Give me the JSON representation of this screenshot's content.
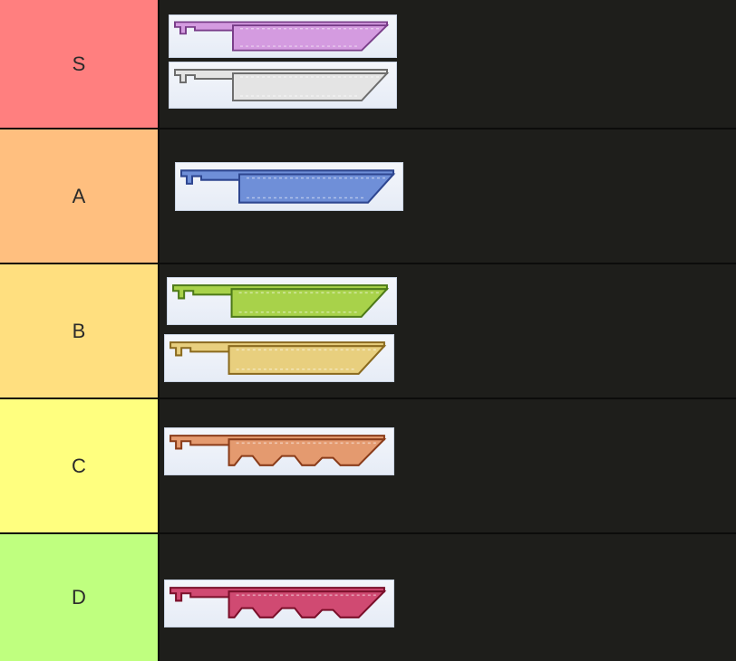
{
  "tiers": [
    {
      "label": "S",
      "color": "#ff7f7f",
      "items": [
        {
          "icon": "purple-blade-icon",
          "fill": "#d49be0",
          "stroke": "#7a3f8a",
          "teeth": false
        },
        {
          "icon": "white-blade-icon",
          "fill": "#e4e4e4",
          "stroke": "#6e6e6e",
          "teeth": false
        }
      ]
    },
    {
      "label": "A",
      "color": "#ffbf7f",
      "items": [
        {
          "icon": "blue-blade-icon",
          "fill": "#6f8fd8",
          "stroke": "#2e4690",
          "teeth": false
        }
      ]
    },
    {
      "label": "B",
      "color": "#ffdf7f",
      "items": [
        {
          "icon": "green-blade-icon",
          "fill": "#a8d24a",
          "stroke": "#4d7a18",
          "teeth": false
        },
        {
          "icon": "gold-blade-icon",
          "fill": "#e8cf7e",
          "stroke": "#8a6a1e",
          "teeth": false
        }
      ]
    },
    {
      "label": "C",
      "color": "#ffff7f",
      "items": [
        {
          "icon": "copper-blade-icon",
          "fill": "#e49a6f",
          "stroke": "#8a3c1a",
          "teeth": true
        }
      ]
    },
    {
      "label": "D",
      "color": "#bfff7f",
      "items": [
        {
          "icon": "crimson-blade-icon",
          "fill": "#d04a72",
          "stroke": "#7a0f2a",
          "teeth": true
        }
      ]
    }
  ]
}
